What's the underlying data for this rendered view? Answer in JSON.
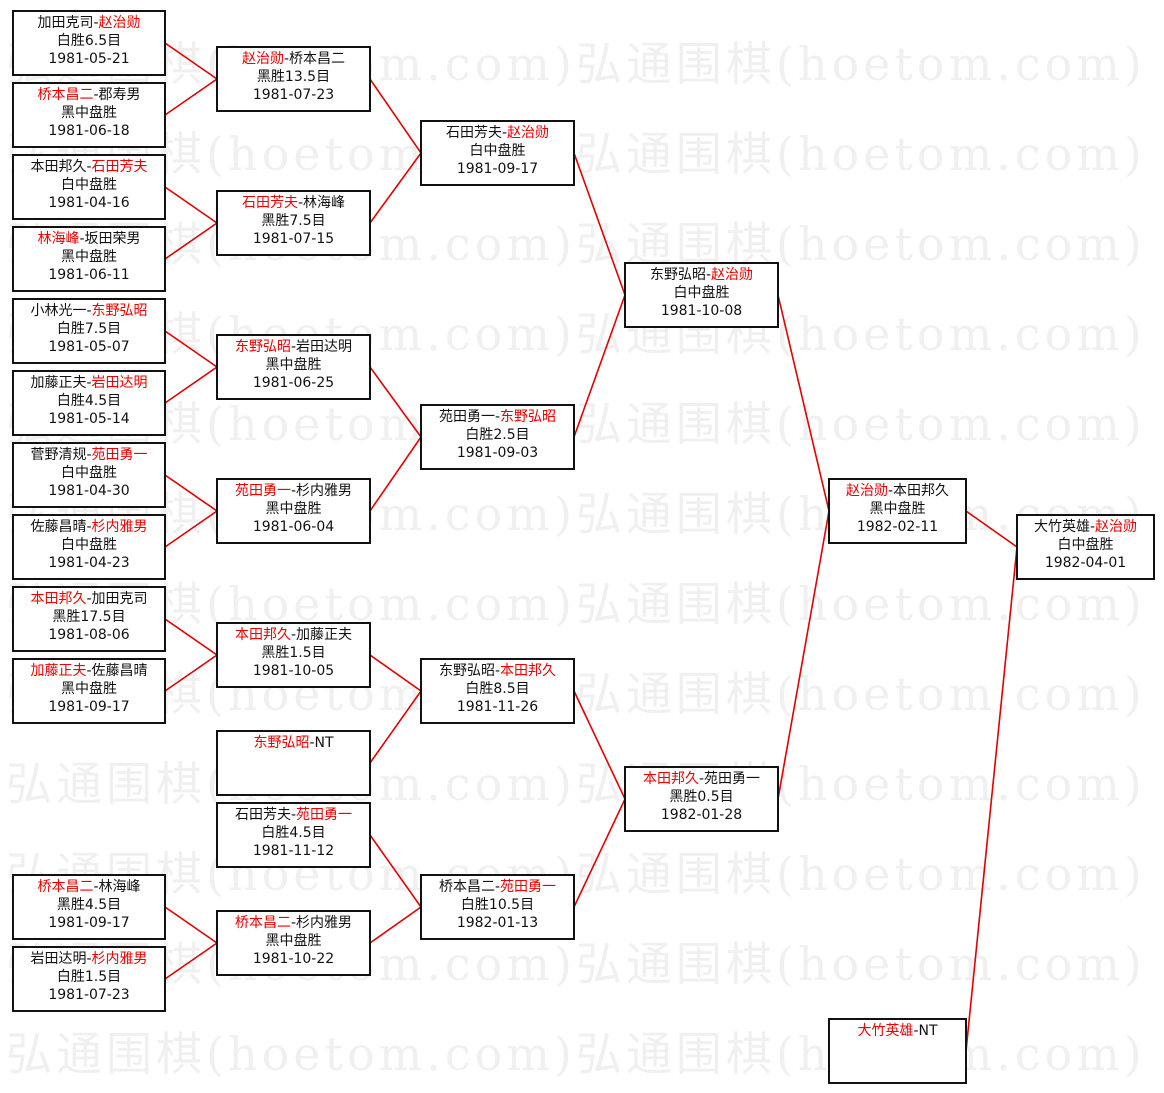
{
  "watermark": "弘通围棋(hoetom.com)弘通围棋(hoetom.com)",
  "colors": {
    "winner": "#e00000",
    "line": "#e00000",
    "border": "#111111"
  },
  "matches": [
    {
      "p1": "加田克司",
      "p2": "赵治勋",
      "winner": 2,
      "result": "白胜6.5目",
      "date": "1981-05-21"
    },
    {
      "p1": "桥本昌二",
      "p2": "郡寿男",
      "winner": 1,
      "result": "黑中盘胜",
      "date": "1981-06-18"
    },
    {
      "p1": "本田邦久",
      "p2": "石田芳夫",
      "winner": 2,
      "result": "白中盘胜",
      "date": "1981-04-16"
    },
    {
      "p1": "林海峰",
      "p2": "坂田荣男",
      "winner": 1,
      "result": "黑中盘胜",
      "date": "1981-06-11"
    },
    {
      "p1": "小林光一",
      "p2": "东野弘昭",
      "winner": 2,
      "result": "白胜7.5目",
      "date": "1981-05-07"
    },
    {
      "p1": "加藤正夫",
      "p2": "岩田达明",
      "winner": 2,
      "result": "白胜4.5目",
      "date": "1981-05-14"
    },
    {
      "p1": "菅野清规",
      "p2": "苑田勇一",
      "winner": 2,
      "result": "白中盘胜",
      "date": "1981-04-30"
    },
    {
      "p1": "佐藤昌晴",
      "p2": "杉内雅男",
      "winner": 2,
      "result": "白中盘胜",
      "date": "1981-04-23"
    },
    {
      "p1": "本田邦久",
      "p2": "加田克司",
      "winner": 1,
      "result": "黑胜17.5目",
      "date": "1981-08-06"
    },
    {
      "p1": "加藤正夫",
      "p2": "佐藤昌晴",
      "winner": 1,
      "result": "黑中盘胜",
      "date": "1981-09-17"
    },
    {
      "p1": "桥本昌二",
      "p2": "林海峰",
      "winner": 1,
      "result": "黑胜4.5目",
      "date": "1981-09-17"
    },
    {
      "p1": "岩田达明",
      "p2": "杉内雅男",
      "winner": 2,
      "result": "白胜1.5目",
      "date": "1981-07-23"
    },
    {
      "p1": "赵治勋",
      "p2": "桥本昌二",
      "winner": 1,
      "result": "黑胜13.5目",
      "date": "1981-07-23"
    },
    {
      "p1": "石田芳夫",
      "p2": "林海峰",
      "winner": 1,
      "result": "黑胜7.5目",
      "date": "1981-07-15"
    },
    {
      "p1": "东野弘昭",
      "p2": "岩田达明",
      "winner": 1,
      "result": "黑中盘胜",
      "date": "1981-06-25"
    },
    {
      "p1": "苑田勇一",
      "p2": "杉内雅男",
      "winner": 1,
      "result": "黑中盘胜",
      "date": "1981-06-04"
    },
    {
      "p1": "本田邦久",
      "p2": "加藤正夫",
      "winner": 1,
      "result": "黑胜1.5目",
      "date": "1981-10-05"
    },
    {
      "p1": "东野弘昭",
      "p2": "NT",
      "winner": 1,
      "result": "",
      "date": ""
    },
    {
      "p1": "石田芳夫",
      "p2": "苑田勇一",
      "winner": 2,
      "result": "白胜4.5目",
      "date": "1981-11-12"
    },
    {
      "p1": "桥本昌二",
      "p2": "杉内雅男",
      "winner": 1,
      "result": "黑中盘胜",
      "date": "1981-10-22"
    },
    {
      "p1": "石田芳夫",
      "p2": "赵治勋",
      "winner": 2,
      "result": "白中盘胜",
      "date": "1981-09-17"
    },
    {
      "p1": "苑田勇一",
      "p2": "东野弘昭",
      "winner": 2,
      "result": "白胜2.5目",
      "date": "1981-09-03"
    },
    {
      "p1": "东野弘昭",
      "p2": "本田邦久",
      "winner": 2,
      "result": "白胜8.5目",
      "date": "1981-11-26"
    },
    {
      "p1": "桥本昌二",
      "p2": "苑田勇一",
      "winner": 2,
      "result": "白胜10.5目",
      "date": "1982-01-13"
    },
    {
      "p1": "东野弘昭",
      "p2": "赵治勋",
      "winner": 2,
      "result": "白中盘胜",
      "date": "1981-10-08"
    },
    {
      "p1": "本田邦久",
      "p2": "苑田勇一",
      "winner": 1,
      "result": "黑胜0.5目",
      "date": "1982-01-28"
    },
    {
      "p1": "赵治勋",
      "p2": "本田邦久",
      "winner": 1,
      "result": "黑中盘胜",
      "date": "1982-02-11"
    },
    {
      "p1": "大竹英雄",
      "p2": "NT",
      "winner": 1,
      "result": "",
      "date": ""
    },
    {
      "p1": "大竹英雄",
      "p2": "赵治勋",
      "winner": 2,
      "result": "白中盘胜",
      "date": "1982-04-01"
    }
  ]
}
